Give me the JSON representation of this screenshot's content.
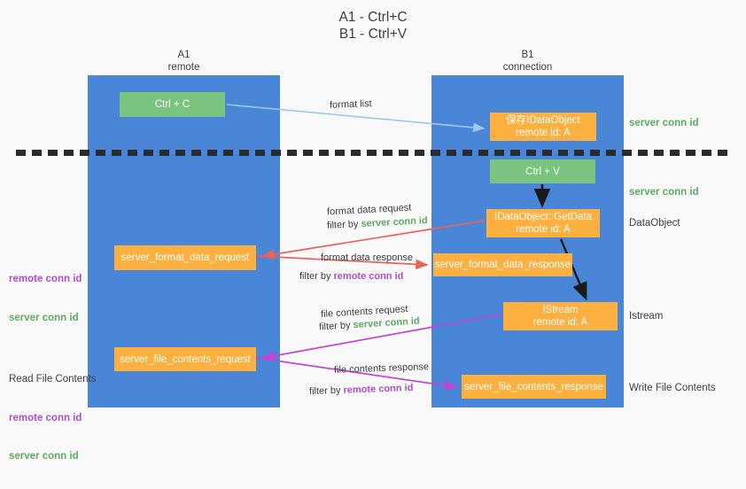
{
  "title": "A1 - Ctrl+C\nB1 - Ctrl+V",
  "columns": {
    "a1": {
      "name": "A1",
      "role": "remote",
      "header": "A1\nremote"
    },
    "b1": {
      "name": "B1",
      "role": "connection",
      "header": "B1\nconnection"
    }
  },
  "nodes": {
    "ctrl_c": {
      "label": "Ctrl + C",
      "color": "#7bc47f"
    },
    "data_object": {
      "label": "保存IDataObject\nremote id: A",
      "color": "#fbb040"
    },
    "ctrl_v": {
      "label": "Ctrl + V",
      "color": "#7bc47f"
    },
    "get_data": {
      "label": "IDataObject::GetData\nremote id: A",
      "color": "#fbb040"
    },
    "server_format_data_request": {
      "label": "server_format_data_request",
      "color": "#fbb040"
    },
    "server_format_data_response": {
      "label": "server_format_data_response",
      "color": "#fbb040"
    },
    "istream": {
      "label": "IStream\nremote id: A",
      "color": "#fbb040"
    },
    "server_file_contents_request": {
      "label": "server_file_contents_request",
      "color": "#fbb040"
    },
    "server_file_contents_response": {
      "label": "server_file_contents_response",
      "color": "#fbb040"
    }
  },
  "edges": {
    "format_list": {
      "label": "format list",
      "color": "#a6cdeb"
    },
    "format_data_request": {
      "label": "format data request",
      "filter_prefix": "filter by ",
      "filter_target": "server conn id",
      "color": "#e8625a"
    },
    "format_data_response": {
      "label": "format data response",
      "filter_prefix": "filter by ",
      "filter_target": "remote conn id",
      "color": "#e8625a"
    },
    "file_contents_request": {
      "label": "file contents request",
      "filter_prefix": "filter by ",
      "filter_target": "server conn id",
      "color": "#c345d4"
    },
    "file_contents_response": {
      "label": "file contents response",
      "filter_prefix": "filter by ",
      "filter_target": "remote conn id",
      "color": "#c345d4"
    }
  },
  "side_notes": {
    "server_conn_id_top": "server conn id",
    "server_conn_id_mid": "server conn id",
    "data_object": "DataObject",
    "istream": "Istream",
    "write_file_contents": "Write File Contents"
  },
  "left_notes": {
    "read_file_contents": "Read File Contents",
    "remote_conn_id": "remote conn id",
    "server_conn_id": "server conn id"
  },
  "colors": {
    "lane": "#4a86d8",
    "green_node": "#7bc47f",
    "orange_node": "#fbb040",
    "server_conn_id": "#5cab61",
    "remote_conn_id": "#b14ccd",
    "divider": "#2b2b2b",
    "background": "#f9f9f9"
  }
}
